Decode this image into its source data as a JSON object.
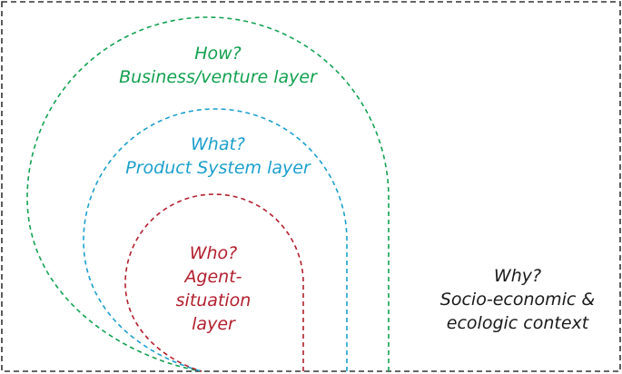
{
  "layers": {
    "how": {
      "question": "How?",
      "name": "Business/venture layer",
      "color": "#13a150"
    },
    "what": {
      "question": "What?",
      "name": "Product System layer",
      "color": "#1c9fcd"
    },
    "who": {
      "question": "Who?",
      "line1": "Agent-",
      "line2": "situation",
      "line3": "layer",
      "color": "#b21f2d"
    },
    "why": {
      "question": "Why?",
      "line1": "Socio-economic &",
      "line2": "ecologic context",
      "color": "#1a1a1a"
    }
  },
  "border_color": "#333333"
}
